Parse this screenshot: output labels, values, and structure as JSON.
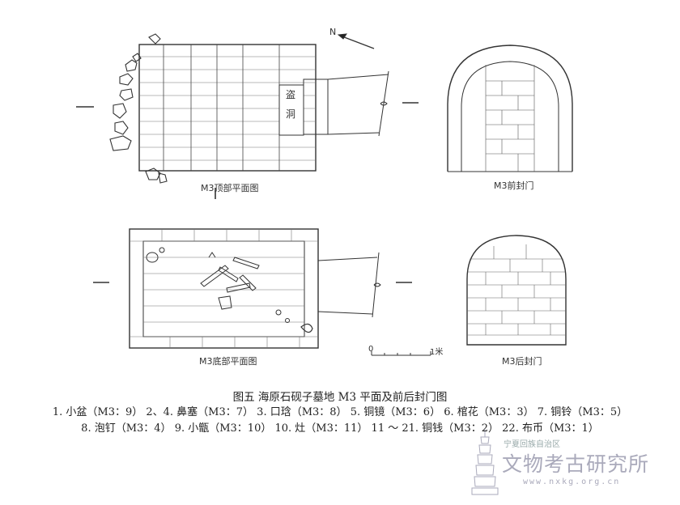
{
  "labels": {
    "top_plan": "M3顶部平面图",
    "front_door": "M3前封门",
    "bottom_plan": "M3底部平面图",
    "back_door": "M3后封门",
    "north": "N",
    "robbery_hole_1": "盗",
    "robbery_hole_2": "洞",
    "scale_zero": "0",
    "scale_one": "1米"
  },
  "caption": {
    "title": "图五  海原石砚子墓地 M3 平面及前后封门图",
    "line1": "1. 小盆（M3：9）  2、4. 鼻塞（M3：7）  3. 口琀（M3：8）  5. 铜镜（M3：6）  6. 棺花（M3：3）  7. 铜铃（M3：5）",
    "line2": "8. 泡钉（M3：4）  9. 小甑（M3：10）  10. 灶（M3：11）  11 ～ 21. 铜钱（M3：2）  22. 布币（M3：1）"
  },
  "watermark": {
    "org_small": "宁夏回族自治区",
    "org_main": "文物考古研究所",
    "url": "www.nxkg.org.cn"
  }
}
